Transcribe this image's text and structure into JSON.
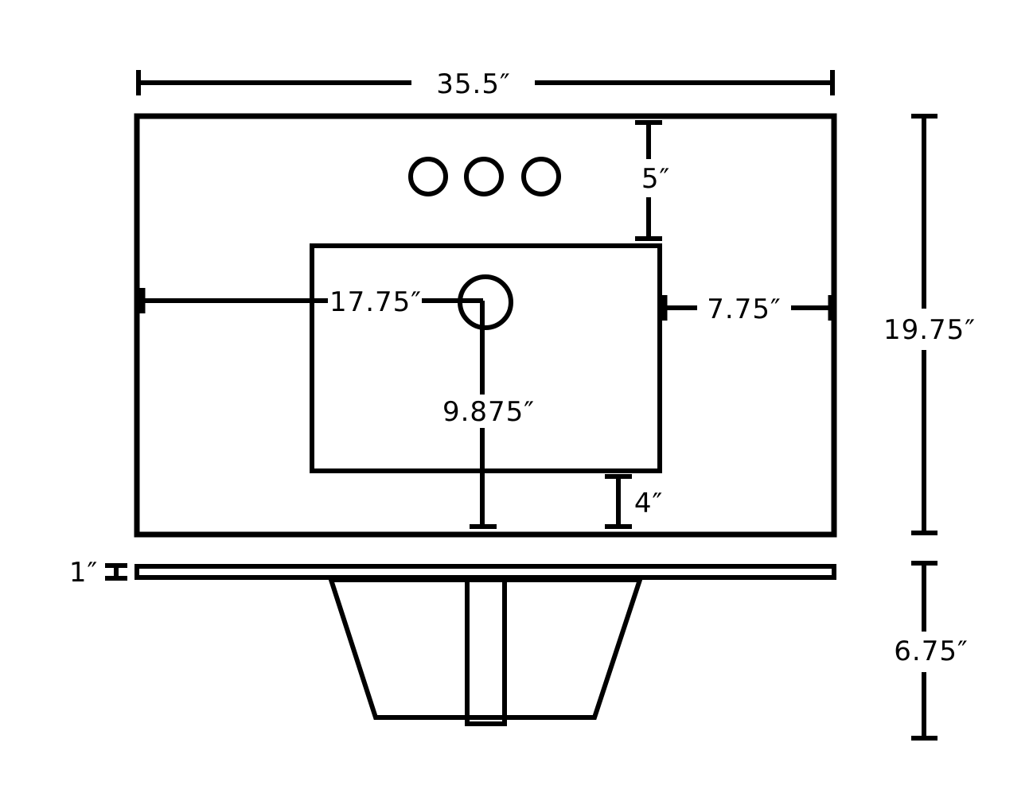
{
  "colors": {
    "ink": "#000000",
    "background": "#ffffff"
  },
  "dimensions": {
    "overall_width": "35.5″",
    "overall_depth": "19.75″",
    "faucet_to_bowl": "5″",
    "center_from_left": "17.75″",
    "bowl_to_right_edge": "7.75″",
    "center_from_front": "9.875″",
    "bowl_to_front_edge": "4″",
    "top_thickness": "1″",
    "bowl_height": "6.75″"
  }
}
